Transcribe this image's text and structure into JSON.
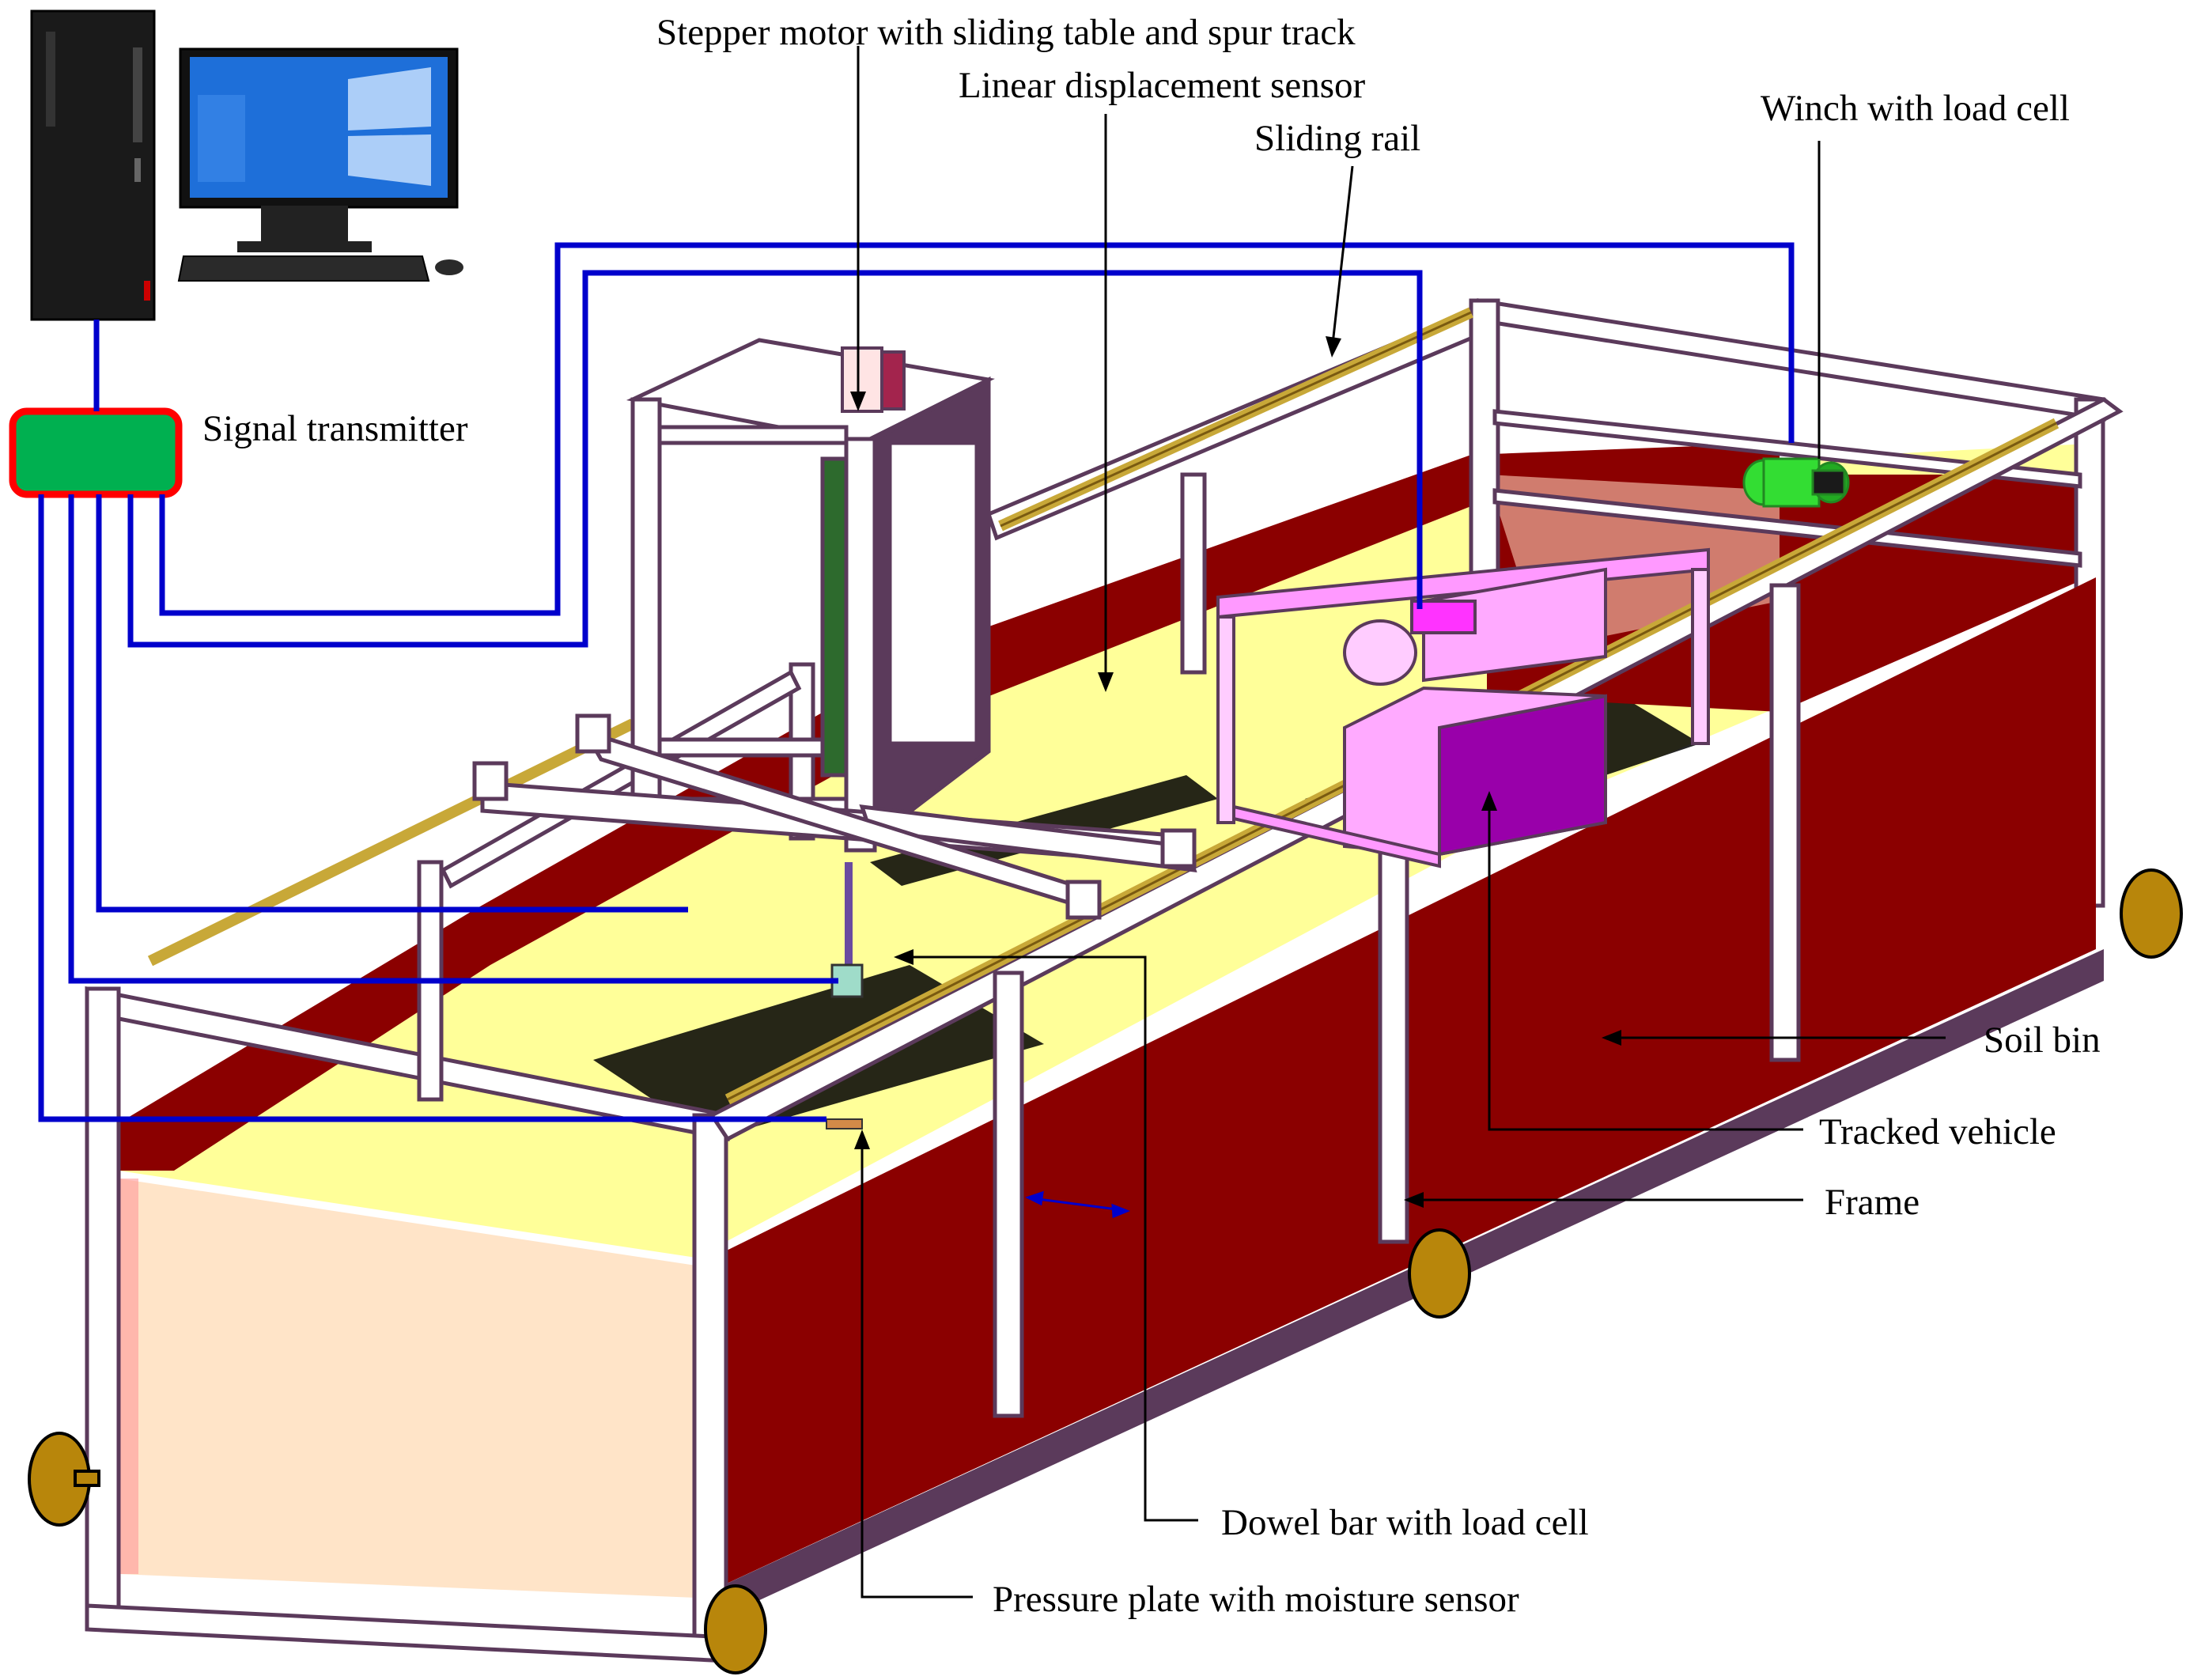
{
  "labels": {
    "stepper_motor": "Stepper motor with sliding table and spur track",
    "linear_sensor": "Linear displacement sensor",
    "sliding_rail": "Sliding rail",
    "winch": "Winch with load cell",
    "signal_transmitter": "Signal transmitter",
    "soil_bin": "Soil bin",
    "tracked_vehicle": "Tracked vehicle",
    "frame": "Frame",
    "dowel_bar": "Dowel bar with load cell",
    "pressure_plate": "Pressure plate with moisture sensor"
  },
  "colors": {
    "bin_wall": "#8b0000",
    "bin_front": "#ffe4c8",
    "soil_surface": "#ffff99",
    "frame_white": "#ffffff",
    "frame_edge": "#5b3a5b",
    "wire": "#0000cc",
    "rail": "#c8a838",
    "wheel": "#b8860b",
    "transmitter_fill": "#00b050",
    "transmitter_border": "#ff0000",
    "vehicle": "#ff99ff",
    "vehicle_dark": "#9900aa",
    "winch": "#33dd33",
    "computer": "#1a1a1a",
    "screen": "#1e6fd9"
  }
}
